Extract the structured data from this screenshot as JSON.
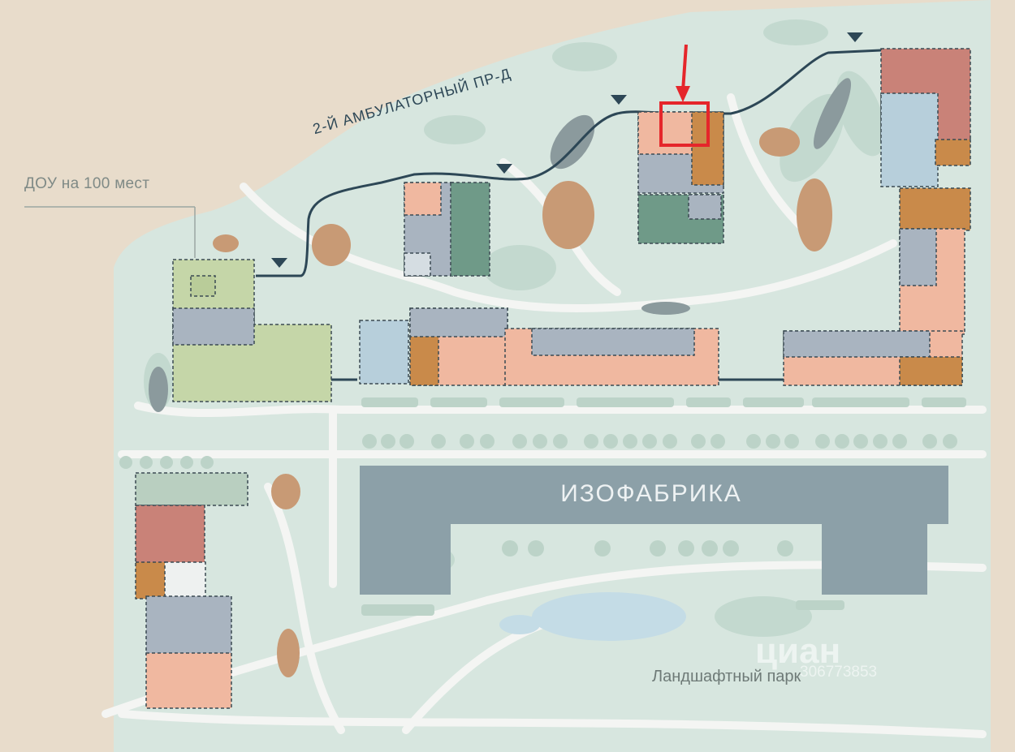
{
  "map": {
    "labels": {
      "dou": "ДОУ на 100 мест",
      "street": "2-Й АМБУЛАТОРНЫЙ ПР-Д",
      "factory": "ИЗОФАБРИКА",
      "park": "Ландшафтный парк"
    },
    "watermark": {
      "brand": "циан",
      "listing_id": "306773853"
    },
    "highlight_marker": {
      "description_icon": "red-arrow-icon",
      "color": "#e5262b"
    },
    "colors": {
      "background": "#e8dccb",
      "greenery": "#d7e6df",
      "greenery_dark": "#c3d9cf",
      "path": "#f3f4f2",
      "road": "#2d4756",
      "factory": "#8ca0a8",
      "salmon": "#f0b8a0",
      "orange_brown": "#c98a4a",
      "rose": "#c98278",
      "dark_green": "#6f9a88",
      "grey_blue": "#a9b4c0",
      "light_green": "#c5d6a8",
      "light_blue": "#b7cfdb",
      "water": "#c4dce6",
      "marker_red": "#e5262b"
    }
  }
}
